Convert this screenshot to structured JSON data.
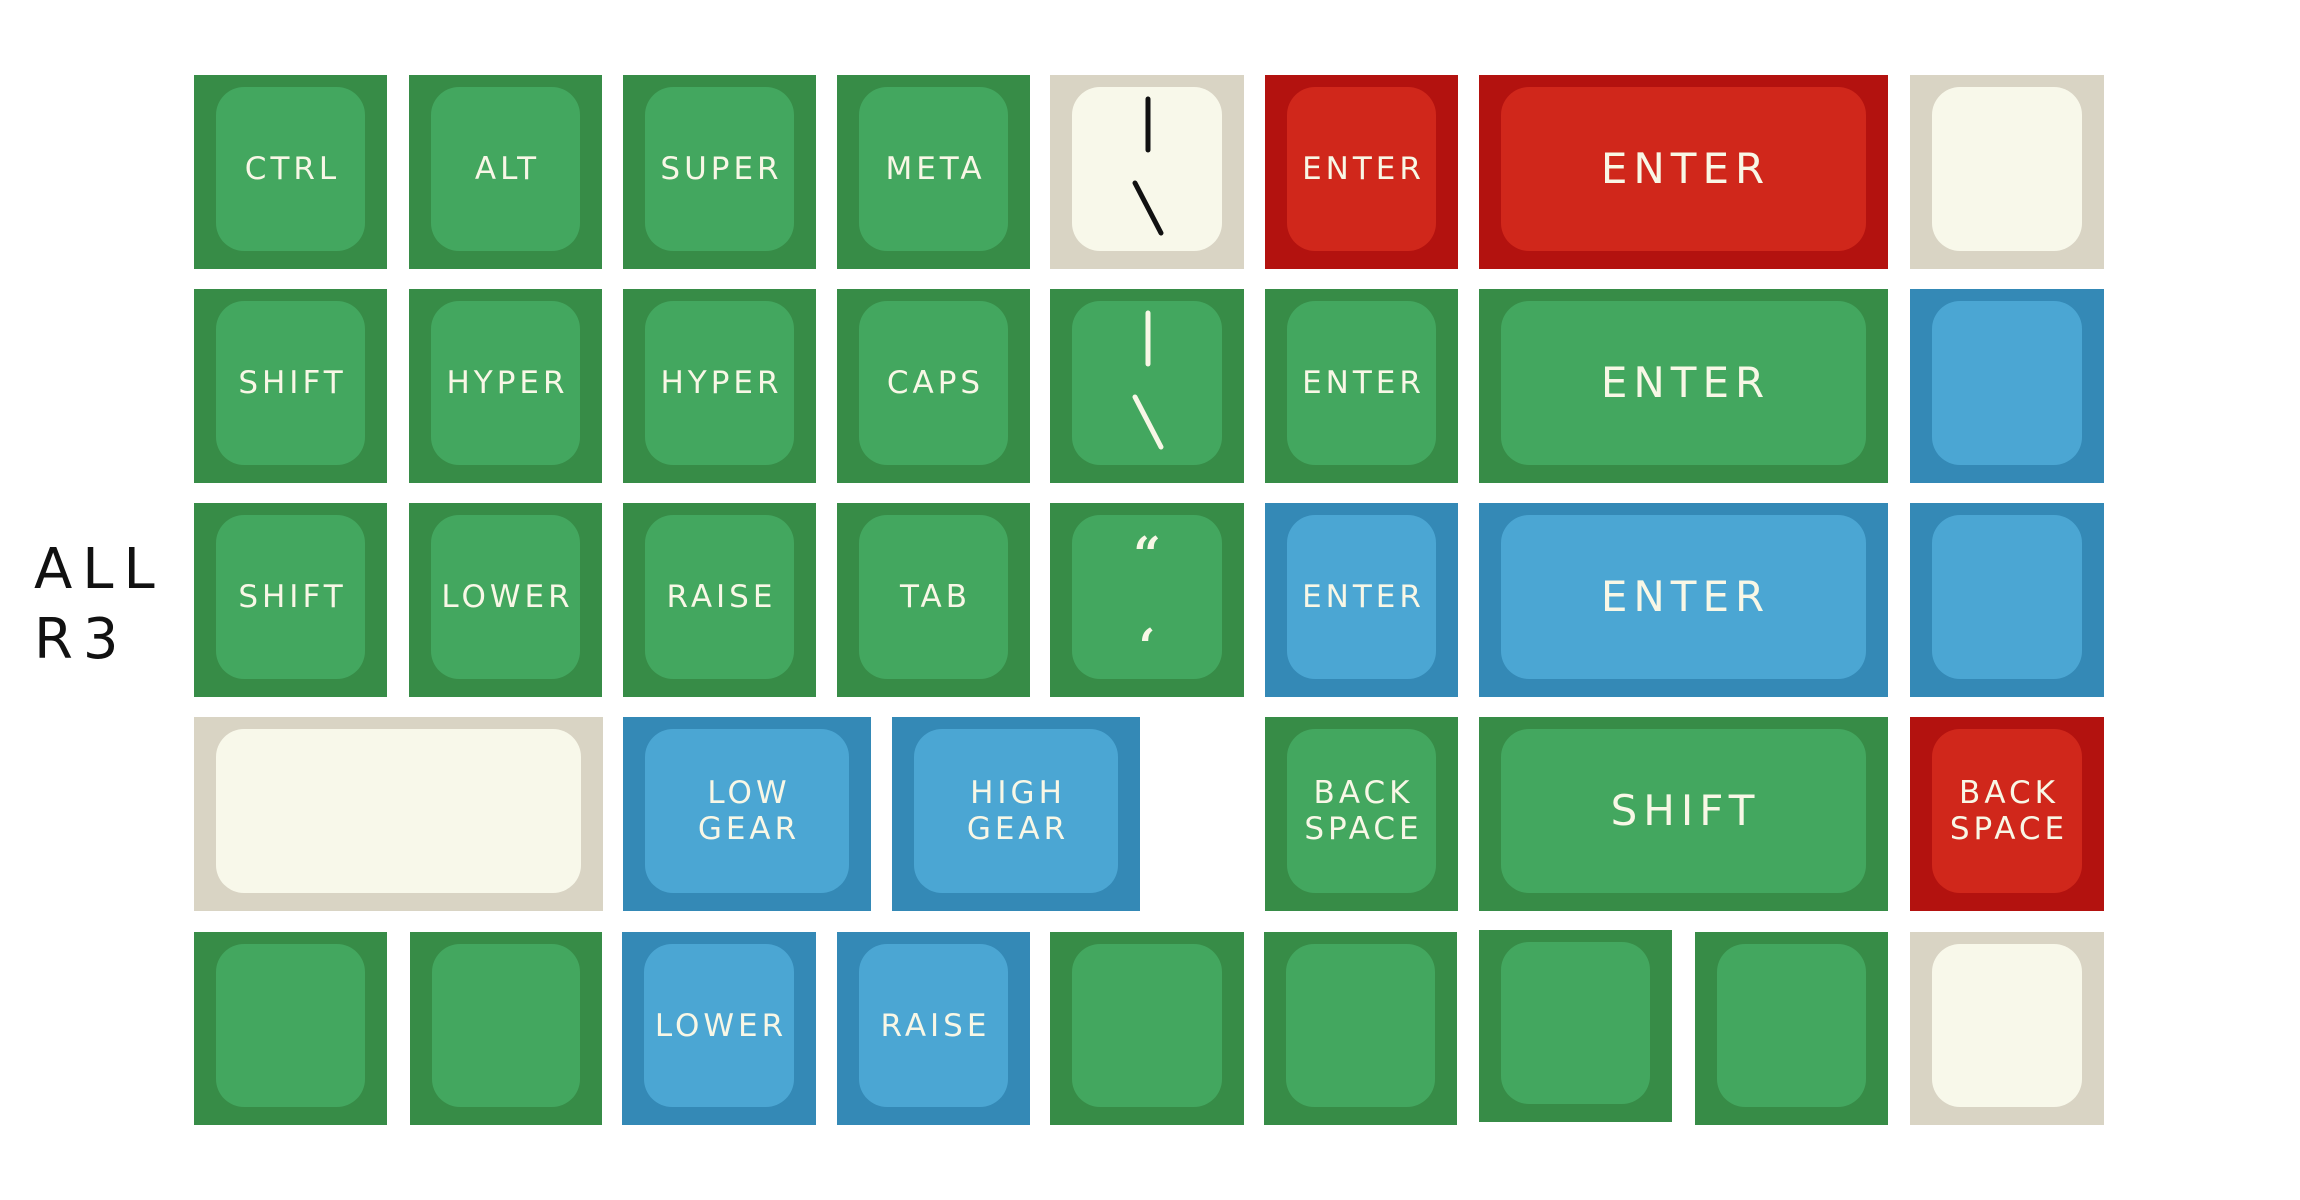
{
  "row_label": {
    "line1": "ALL",
    "line2": "R3"
  },
  "colors": {
    "green": "#378c47",
    "green_cap": "#43a75f",
    "red": "#b3120f",
    "red_cap": "#d0271b",
    "blue": "#3489b6",
    "blue_cap": "#4ba6d3",
    "cream": "#d9d4c4",
    "cream_cap": "#f8f8ea",
    "legend": "#f8f7e6"
  },
  "rows": [
    {
      "keys": [
        {
          "label": "CTRL",
          "color": "green"
        },
        {
          "label": "ALT",
          "color": "green"
        },
        {
          "label": "SUPER",
          "color": "green"
        },
        {
          "label": "META",
          "color": "green"
        },
        {
          "label": "",
          "glyphs": [
            "|",
            "\\"
          ],
          "color": "cream"
        },
        {
          "label": "ENTER",
          "color": "red"
        },
        {
          "label": "ENTER",
          "color": "red",
          "size": "wide"
        },
        {
          "label": "",
          "color": "cream"
        }
      ]
    },
    {
      "keys": [
        {
          "label": "SHIFT",
          "color": "green"
        },
        {
          "label": "HYPER",
          "color": "green"
        },
        {
          "label": "HYPER",
          "color": "green"
        },
        {
          "label": "CAPS",
          "color": "green"
        },
        {
          "label": "",
          "glyphs": [
            "|",
            "\\"
          ],
          "color": "green"
        },
        {
          "label": "ENTER",
          "color": "green"
        },
        {
          "label": "ENTER",
          "color": "green",
          "size": "wide"
        },
        {
          "label": "",
          "color": "blue"
        }
      ]
    },
    {
      "keys": [
        {
          "label": "SHIFT",
          "color": "green"
        },
        {
          "label": "LOWER",
          "color": "green"
        },
        {
          "label": "RAISE",
          "color": "green"
        },
        {
          "label": "TAB",
          "color": "green"
        },
        {
          "label": "",
          "glyphs": [
            "“",
            "‘"
          ],
          "color": "green"
        },
        {
          "label": "ENTER",
          "color": "blue"
        },
        {
          "label": "ENTER",
          "color": "blue",
          "size": "wide"
        },
        {
          "label": "",
          "color": "blue"
        }
      ]
    },
    {
      "keys": [
        {
          "label": "",
          "color": "cream",
          "size": "wide"
        },
        {
          "line1": "LOW",
          "line2": "GEAR",
          "color": "blue"
        },
        {
          "line1": "HIGH",
          "line2": "GEAR",
          "color": "blue"
        },
        {
          "line1": "BACK",
          "line2": "SPACE",
          "color": "green"
        },
        {
          "label": "SHIFT",
          "color": "green",
          "size": "wide"
        },
        {
          "line1": "BACK",
          "line2": "SPACE",
          "color": "red"
        }
      ]
    },
    {
      "keys": [
        {
          "label": "",
          "color": "green"
        },
        {
          "label": "",
          "color": "green"
        },
        {
          "label": "LOWER",
          "color": "blue"
        },
        {
          "label": "RAISE",
          "color": "blue"
        },
        {
          "label": "",
          "color": "green"
        },
        {
          "label": "",
          "color": "green"
        },
        {
          "label": "",
          "color": "green"
        },
        {
          "label": "",
          "color": "green"
        },
        {
          "label": "",
          "color": "cream"
        }
      ]
    }
  ]
}
